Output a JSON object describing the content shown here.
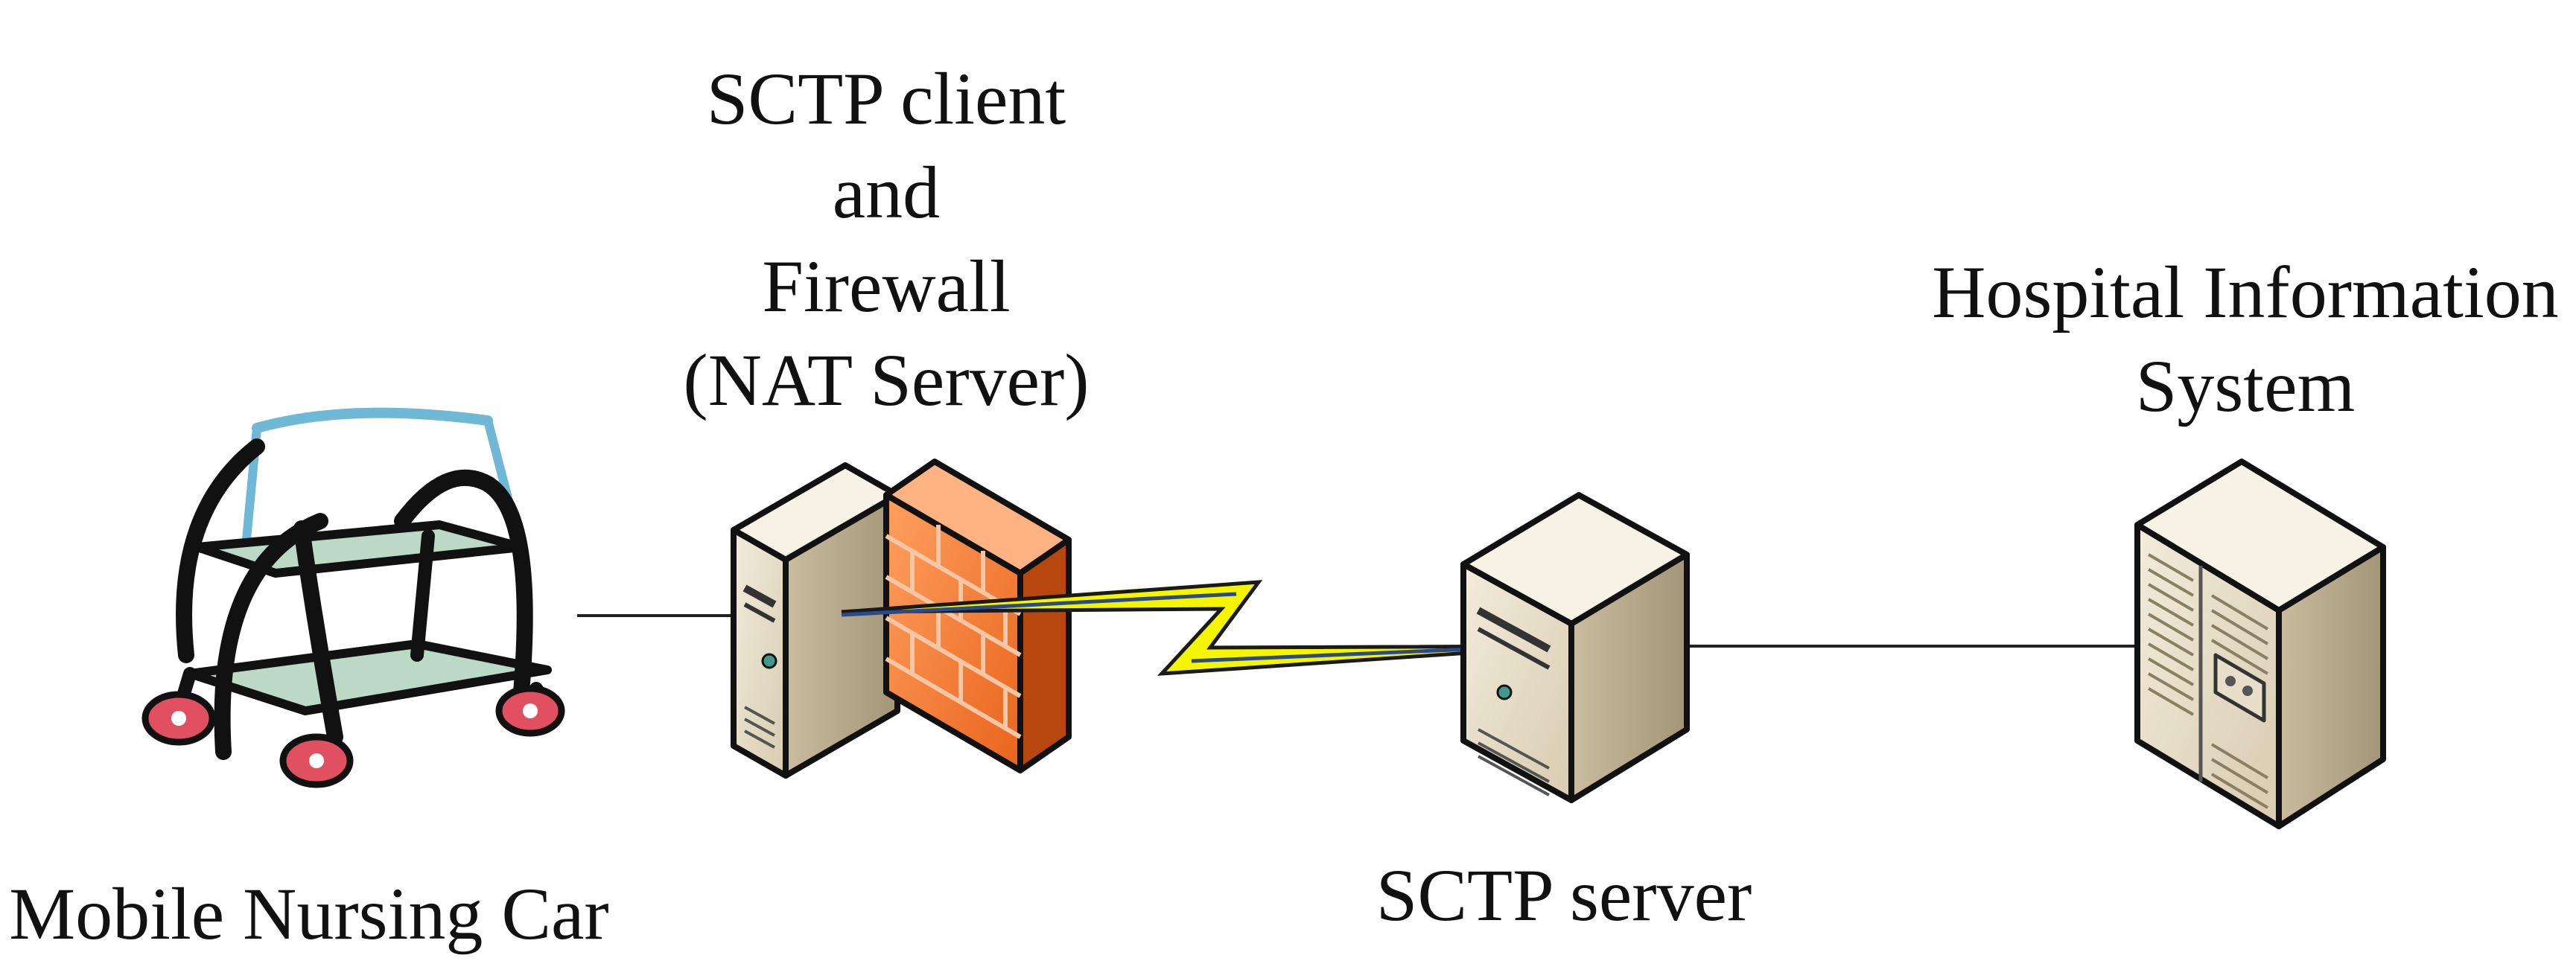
{
  "nodes": {
    "nursing_car": {
      "label": "Mobile Nursing Car",
      "icon": "nursing-cart-icon"
    },
    "client": {
      "label_lines": [
        "SCTP client",
        "and",
        "Firewall",
        "(NAT Server)"
      ],
      "icon": "server-tower-icon",
      "icon2": "firewall-brick-icon"
    },
    "server": {
      "label": "SCTP server",
      "icon": "server-tower-icon"
    },
    "his": {
      "label_lines": [
        "Hospital Information",
        "System"
      ],
      "icon": "mainframe-server-icon"
    }
  },
  "links": [
    {
      "from": "nursing_car",
      "to": "client",
      "type": "wired"
    },
    {
      "from": "client",
      "to": "server",
      "type": "wireless-lightning"
    },
    {
      "from": "server",
      "to": "his",
      "type": "wired"
    }
  ],
  "colors": {
    "firewall": "#f0782c",
    "firewall_dark": "#b8460f",
    "lightning": "#f5f500",
    "server_body": "#e6dcc6",
    "server_side": "#b9ad93",
    "cart_glass": "#bcd9c8",
    "cart_wheel": "#e05060"
  }
}
